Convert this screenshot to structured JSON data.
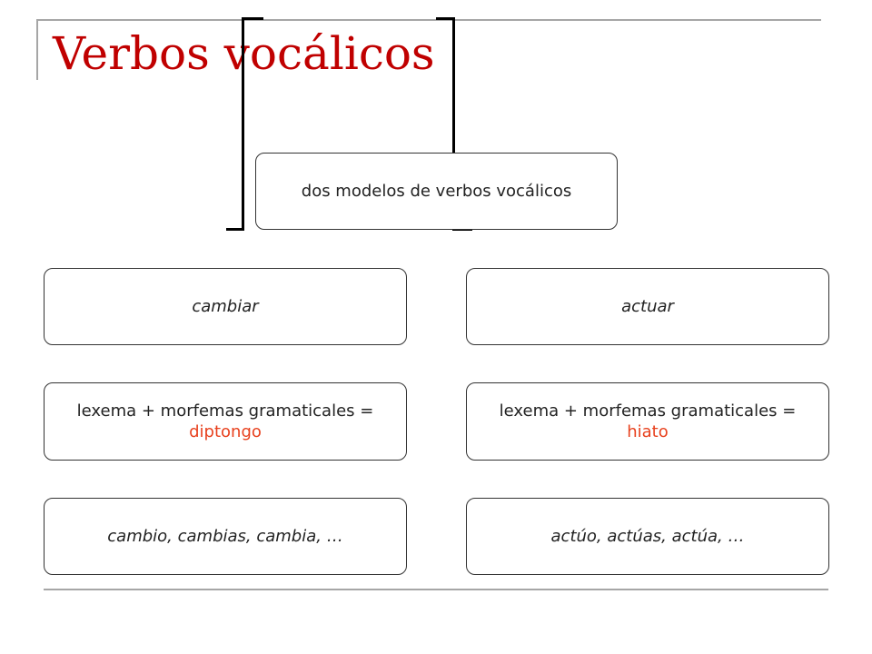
{
  "slide": {
    "title": "Verbos vocálicos",
    "title_color": "#c00000",
    "accent_color": "#e8411e"
  },
  "diagram": {
    "root": {
      "label": "dos modelos de verbos vocálicos"
    },
    "branches": [
      {
        "verb": "cambiar",
        "rule_text": "lexema + morfemas gramaticales =",
        "rule_result": "diptongo",
        "examples": "cambio, cambias, cambia, …"
      },
      {
        "verb": "actuar",
        "rule_text": "lexema + morfemas gramaticales =",
        "rule_result": "hiato",
        "examples": "actúo, actúas, actúa, …"
      }
    ]
  }
}
